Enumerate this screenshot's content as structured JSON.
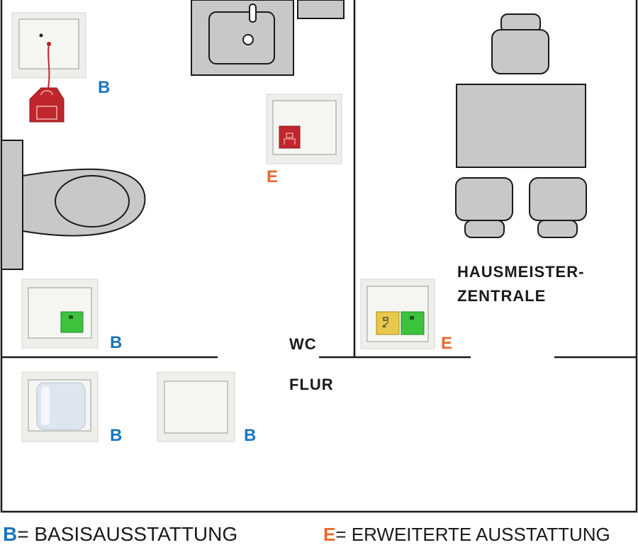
{
  "rooms": {
    "wc": "WC",
    "flur": "FLUR",
    "zentrale_line1": "HAUSMEISTER-",
    "zentrale_line2": "ZENTRALE"
  },
  "marks": {
    "basis": "B",
    "erweitert": "E"
  },
  "legend": {
    "b_key": "B",
    "b_text": "= BASISAUSSTATTUNG",
    "e_key": "E",
    "e_text": "= ERWEITERTE AUSSTATTUNG"
  },
  "colors": {
    "basis": "#1b75bb",
    "erweitert": "#e8692a",
    "fixture_fill": "#c8c8c8",
    "wall": "#1a1a1a",
    "alarm_red": "#c0272d",
    "reset_green": "#3cc23c",
    "yellow_button": "#e8c84a"
  }
}
